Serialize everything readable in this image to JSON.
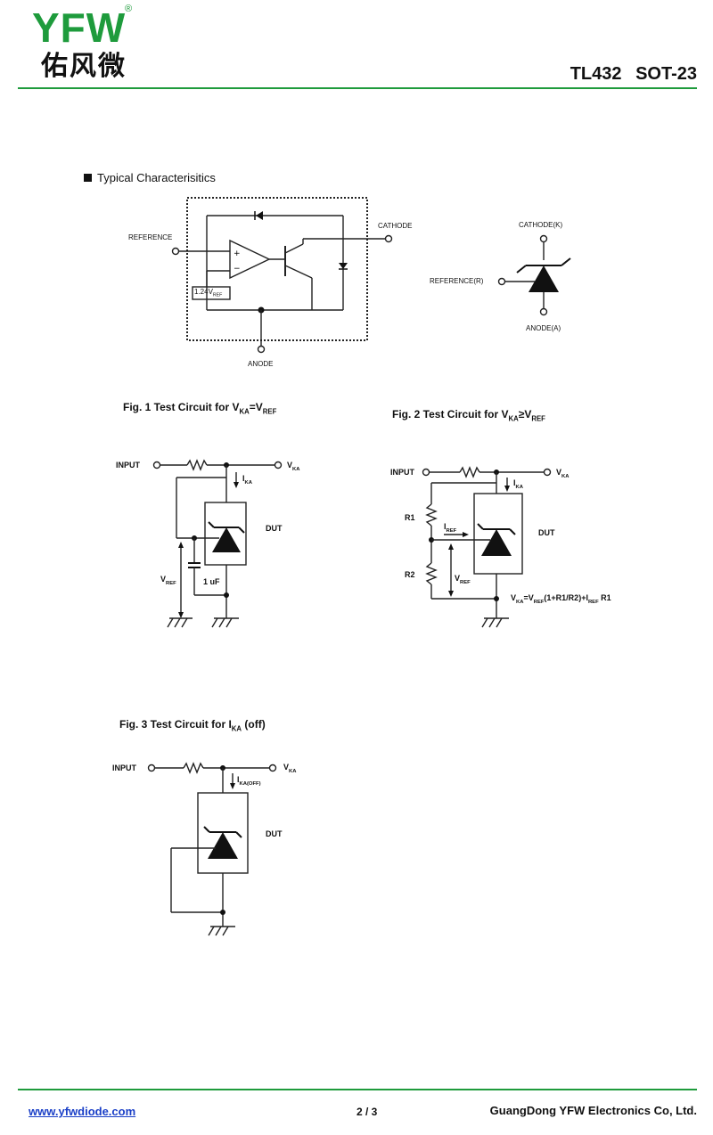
{
  "header": {
    "logo_latin": "YFW",
    "logo_registered": "®",
    "logo_chinese": "佑风微",
    "part_title": "TL432   SOT-23"
  },
  "section_title": "Typical  Characterisitics",
  "block_diagram": {
    "reference": "REFERENCE",
    "cathode": "CATHODE",
    "anode": "ANODE",
    "vref_box": "1.24V",
    "vref_box_sub": "REF"
  },
  "symbol": {
    "cathode": "CATHODE(K)",
    "reference": "REFERENCE(R)",
    "anode": "ANODE(A)"
  },
  "fig1": {
    "caption": "Fig. 1 Test Circuit for V",
    "caption_sub": "KA",
    "caption_eq": "=V",
    "caption_sub2": "REF",
    "input": "INPUT",
    "vka": "V",
    "vka_sub": "KA",
    "ika": "I",
    "ika_sub": "KA",
    "dut": "DUT",
    "vref": "V",
    "vref_sub": "REF",
    "cap": "1 uF"
  },
  "fig2": {
    "caption": "Fig. 2 Test Circuit for V",
    "caption_sub": "KA",
    "caption_eq": "≥V",
    "caption_sub2": "REF",
    "input": "INPUT",
    "vka": "V",
    "vka_sub": "KA",
    "ika": "I",
    "ika_sub": "KA",
    "r1": "R1",
    "r2": "R2",
    "iref": "I",
    "iref_sub": "REF",
    "dut": "DUT",
    "vref": "V",
    "vref_sub": "REF",
    "formula": "V",
    "formula_sub1": "KA",
    "formula_mid": "=V",
    "formula_sub2": "REF",
    "formula_rest": "(1+R1/R2)+I",
    "formula_sub3": "REF",
    "formula_end": " R1"
  },
  "fig3": {
    "caption": "Fig.  3  Test Circuit for I",
    "caption_sub": "KA",
    "caption_end": "  (off)",
    "input": "INPUT",
    "vka": "V",
    "vka_sub": "KA",
    "ika_off": "I",
    "ika_off_sub": "KA(OFF)",
    "dut": "DUT"
  },
  "footer": {
    "website": "www.yfwdiode.com",
    "page": "2 / 3",
    "company": "GuangDong YFW Electronics Co, Ltd."
  }
}
